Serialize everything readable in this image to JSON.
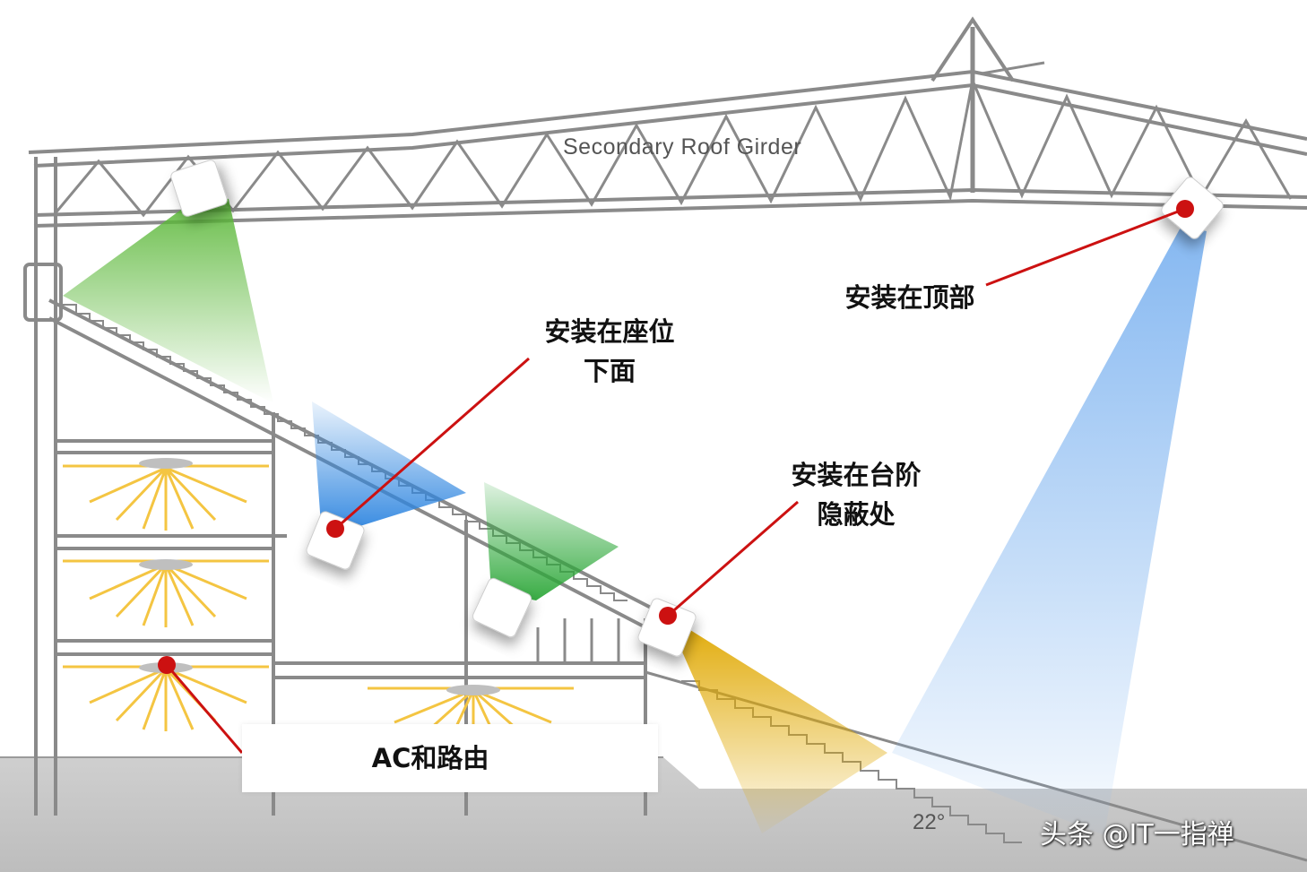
{
  "diagram": {
    "girder_title": "Secondary Roof Girder",
    "stair_angle": "22°",
    "watermark": "头条 @IT一指禅",
    "labels": {
      "roof": "安装在顶部",
      "under_seat_line1": "安装在座位",
      "under_seat_line2": "下面",
      "step_line1": "安装在台阶",
      "step_line2": "隐蔽处",
      "ac_router": "AC和路由"
    },
    "colors": {
      "accent_red": "#cc1111",
      "beam_green": "#5cb83a",
      "beam_blue": "#2f86e0",
      "beam_light_blue": "#7fb4f0",
      "beam_yellow": "#e0a800",
      "light_rays": "#f4c542",
      "structure": "#8a8a8a"
    }
  }
}
